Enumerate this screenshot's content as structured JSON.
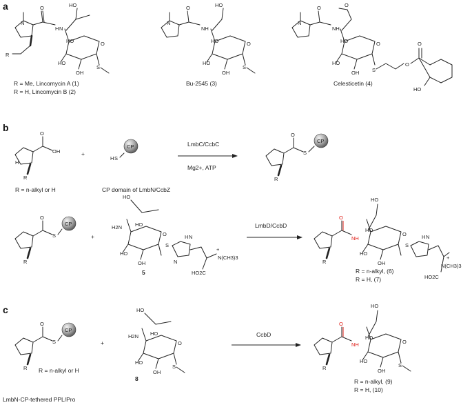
{
  "panels": {
    "a": "a",
    "b": "b",
    "c": "c"
  },
  "panel_a": {
    "r_line_1": "R = Me, Lincomycin A (1)",
    "r_line_2": "R = H,   Lincomycin B (2)",
    "compound_3": "Bu-2545 (3)",
    "compound_4": "Celesticetin (4)"
  },
  "panel_b": {
    "r_def": "R = n-alkyl or H",
    "cp_domain": "CP domain of LmbN/CcbZ",
    "cp": "CP",
    "enzyme_1": "LmbC/CcbC",
    "cofactors": "Mg2+, ATP",
    "plus": "+",
    "compound_5": "5",
    "enzyme_2": "LmbD/CcbD",
    "product_6": "R = n-alkyl, (6)",
    "product_7": "R = H,          (7)"
  },
  "panel_c": {
    "r_def": "R = n-alkyl or H",
    "tether": "LmbN-CP-tethered PPL/Pro",
    "compound_8": "8",
    "enzyme": "CcbD",
    "product_9": "R = n-alkyl, (9)",
    "product_10": "R = H,          (10)"
  },
  "atoms": {
    "N": "N",
    "H": "H",
    "O": "O",
    "S": "S",
    "R": "R",
    "NH": "NH",
    "HO": "HO",
    "OH": "OH",
    "H2N": "H2N",
    "CO2H": "HO2C",
    "NMe3": "N(CH3)3",
    "plus_charge": "+",
    "OMe": "O"
  },
  "colors": {
    "amide_highlight": "#e0201a",
    "cp_sphere": "#8a8a8a"
  }
}
